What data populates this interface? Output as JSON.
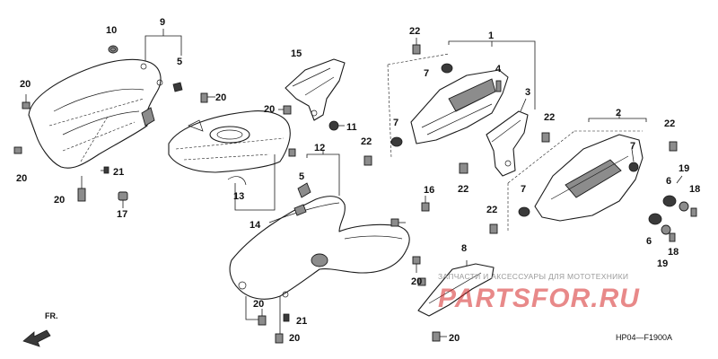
{
  "diagram": {
    "callouts": [
      "1",
      "2",
      "3",
      "4",
      "5",
      "6",
      "7",
      "8",
      "9",
      "10",
      "11",
      "12",
      "13",
      "14",
      "15",
      "16",
      "17",
      "18",
      "19",
      "20",
      "21",
      "22"
    ],
    "direction_label": "FR.",
    "diagram_code": "HP04—F1900A",
    "watermark": {
      "line1": "ЗАПЧАСТИ И АКСЕССУАРЫ ДЛЯ МОТОТЕХНИКИ",
      "logo": "PARTSFOR.RU"
    },
    "colors": {
      "ink": "#1a1a1a",
      "part_shading": "#8c8c8c",
      "watermark_logo": "#d62828"
    }
  }
}
